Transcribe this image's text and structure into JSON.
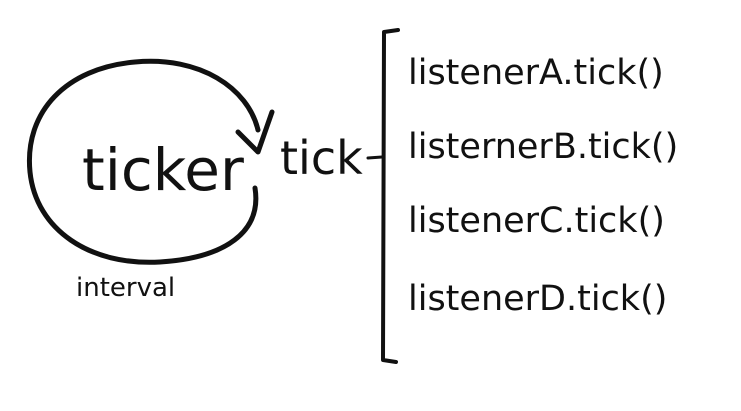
{
  "diagram": {
    "ticker_label": "ticker",
    "interval_label": "interval",
    "tick_label": "tick",
    "listeners": [
      "listenerA.tick()",
      "listernerB.tick()",
      "listenerC.tick()",
      "listenerD.tick()"
    ],
    "ink_color": "#111111",
    "background_color": "#ffffff"
  }
}
